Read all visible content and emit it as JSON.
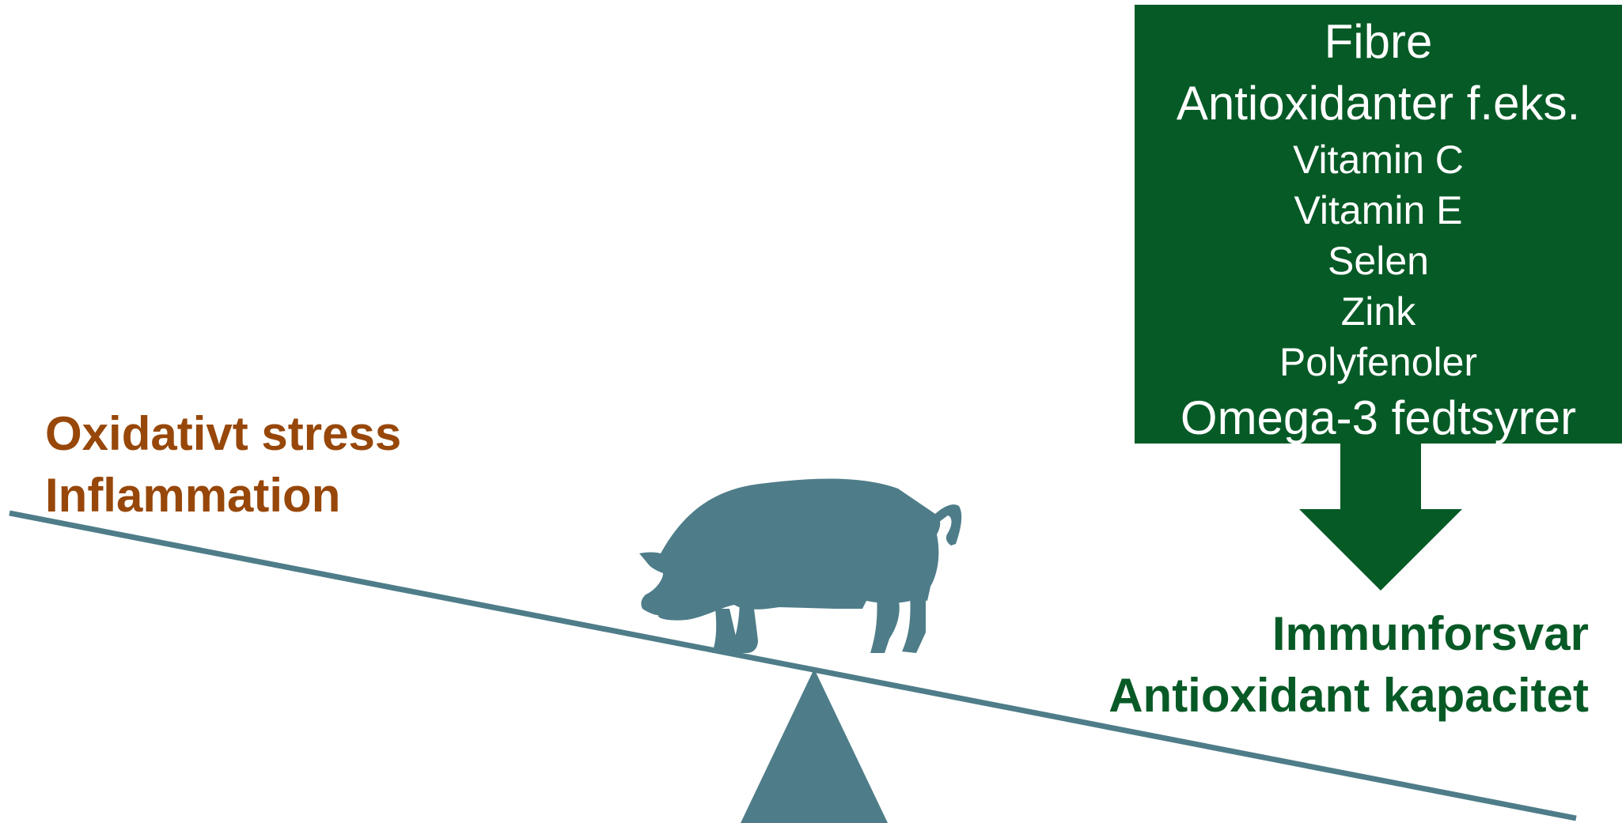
{
  "green_box": {
    "lines": [
      "Fibre",
      "Antioxidanter f.eks.",
      "Vitamin C",
      "Vitamin E",
      "Selen",
      "Zink",
      "Polyfenoler",
      "Omega-3 fedtsyrer"
    ]
  },
  "left_label": {
    "line1": "Oxidativt stress",
    "line2": "Inflammation"
  },
  "right_label": {
    "line1": "Immunforsvar",
    "line2": "Antioxidant kapacitet"
  },
  "colors": {
    "box_green": "#065a26",
    "arrow_green": "#065a26",
    "seesaw_teal": "#4e7d89",
    "left_text_brown": "#974709",
    "right_text_green": "#075a26"
  },
  "icons": {
    "pig": "pig-silhouette-icon",
    "arrow": "down-arrow-icon",
    "fulcrum": "triangle-fulcrum-icon"
  }
}
